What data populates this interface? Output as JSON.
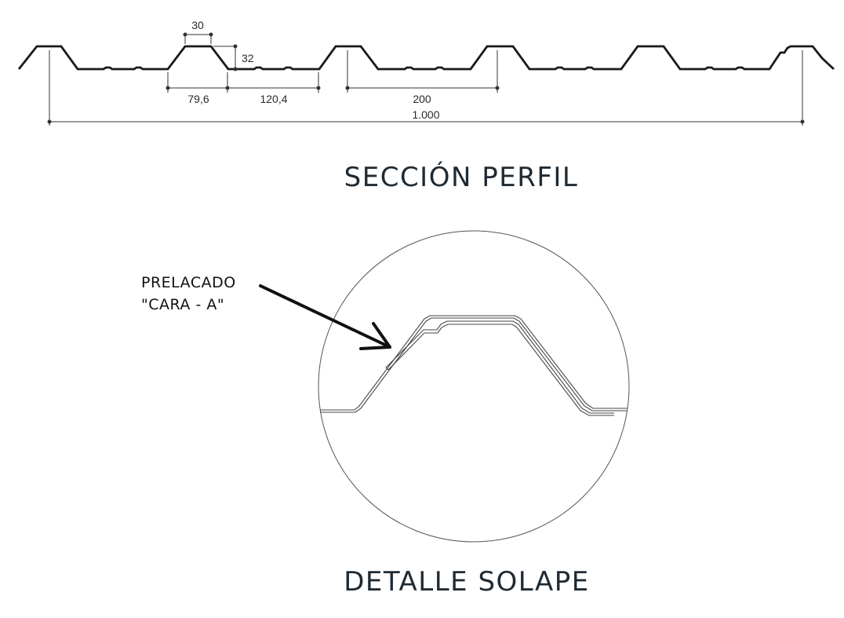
{
  "section_profile": {
    "title": "SECCIÓN PERFIL",
    "dimensions": {
      "crest_width": "30",
      "rib_height": "32",
      "segment_a": "79,6",
      "segment_b": "120,4",
      "pitch": "200",
      "overall_width": "1.000"
    }
  },
  "overlap_detail": {
    "title": "DETALLE SOLAPE",
    "note_line1": "PRELACADO",
    "note_line2": "\"CARA - A\""
  },
  "colors": {
    "profile_stroke": "#1a1a1a",
    "dimension_stroke": "#333333",
    "title_color": "#1f2a33"
  }
}
